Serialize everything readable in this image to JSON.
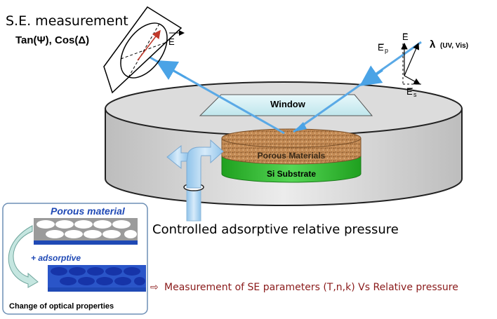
{
  "title": "S.E. measurement",
  "se_params": "Tan(Ψ), Cos(Δ)",
  "wavelength": {
    "symbol": "λ",
    "range": "(UV, Vis)"
  },
  "field_labels": {
    "e_analyzer": "E",
    "e_incident": "E",
    "ep_base": "E",
    "ep_sub": "p",
    "es_base": "E",
    "es_sub": "s"
  },
  "window_label": "Window",
  "porous_label": "Porous Materials",
  "substrate_label": "Si Substrate",
  "pressure_label": "Controlled adsorptive relative pressure",
  "inset": {
    "heading": "Porous material",
    "adsorptive": "+ adsorptive",
    "caption": "Change of optical properties"
  },
  "measurement_arrow": "⇨",
  "measurement_note": "Measurement of SE parameters (T,n,k) Vs Relative pressure",
  "colors": {
    "beam": "#5aa9e6",
    "cell_wall": "#d7d7d7",
    "porous": "#c9915a",
    "substrate": "#2fbf2f",
    "inset_blue": "#1f49b5",
    "measurement_text": "#8a1a1a"
  }
}
